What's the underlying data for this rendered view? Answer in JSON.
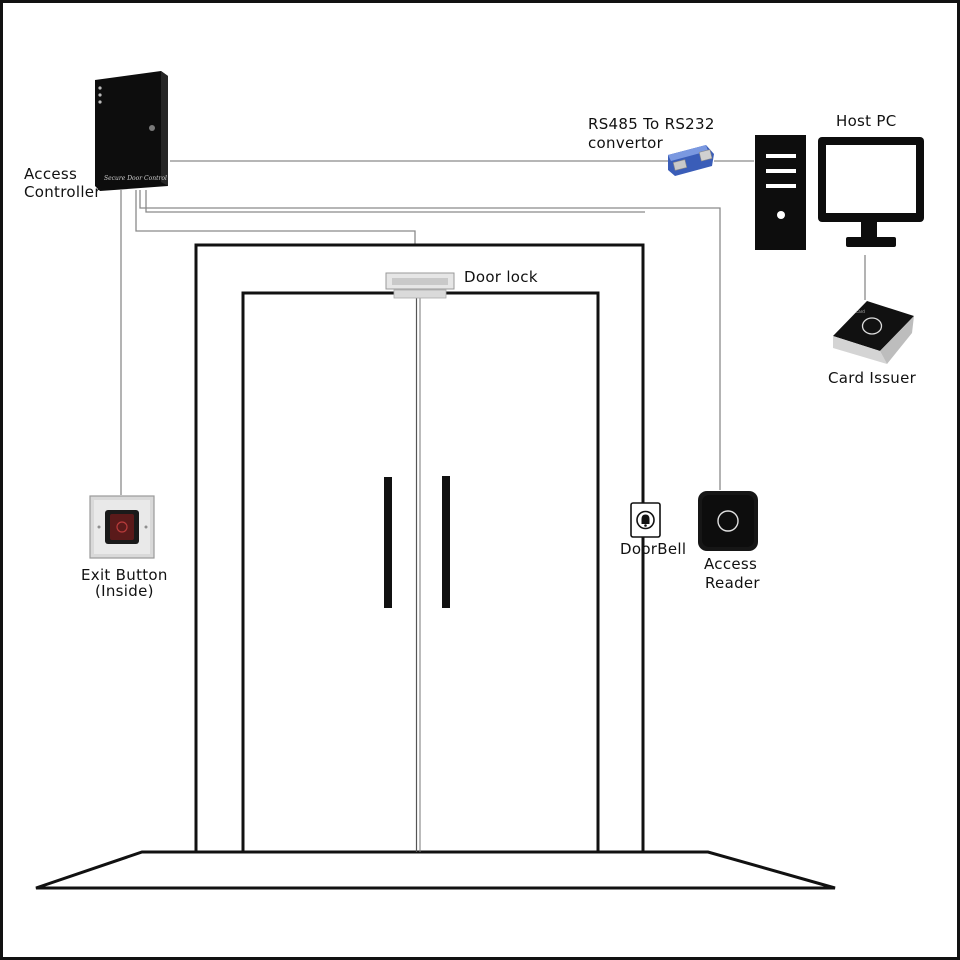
{
  "components": {
    "access_controller": {
      "line1": "Access",
      "line2": "Controller",
      "brand": "Secure Door Control"
    },
    "converter": {
      "line1": "RS485 To RS232",
      "line2": "convertor"
    },
    "host_pc": {
      "label": "Host PC"
    },
    "card_issuer": {
      "label": "Card Issuer"
    },
    "door_lock": {
      "label": "Door lock"
    },
    "exit_button": {
      "line1": "Exit Button",
      "line2": "(Inside)"
    },
    "doorbell": {
      "label": "DoorBell"
    },
    "access_reader": {
      "line1": "Access",
      "line2": "Reader"
    }
  },
  "colors": {
    "line": "#111111",
    "wire": "#8a8a8a",
    "device_dark": "#0d0d0d",
    "converter_blue": "#3a5db8",
    "plate": "#d9d9d9"
  }
}
